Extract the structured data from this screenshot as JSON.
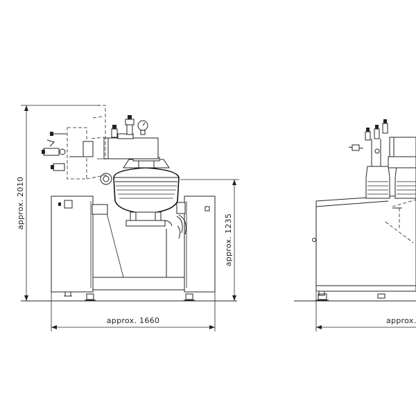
{
  "drawing": {
    "dimensions": {
      "front_height": "approx. 2010",
      "front_width": "approx. 1660",
      "front_operating_height": "approx. 1235",
      "side_width": "approx."
    }
  }
}
